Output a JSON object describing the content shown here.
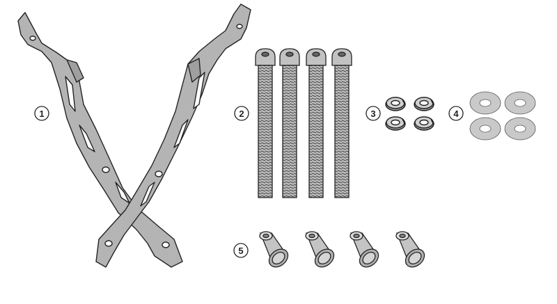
{
  "diagram": {
    "colors": {
      "outline": "#222222",
      "part_fill": "#b4b4b4",
      "washer_fill": "#c9c9c9",
      "background": "#ffffff"
    },
    "callouts": [
      {
        "id": "bracket-frame",
        "label": "1",
        "quantity": 2
      },
      {
        "id": "long-screw",
        "label": "2",
        "quantity": 4
      },
      {
        "id": "split-lock-washer",
        "label": "3",
        "quantity": 4
      },
      {
        "id": "flat-washer",
        "label": "4",
        "quantity": 4
      },
      {
        "id": "spacer-bushing",
        "label": "5",
        "quantity": 4
      }
    ]
  }
}
